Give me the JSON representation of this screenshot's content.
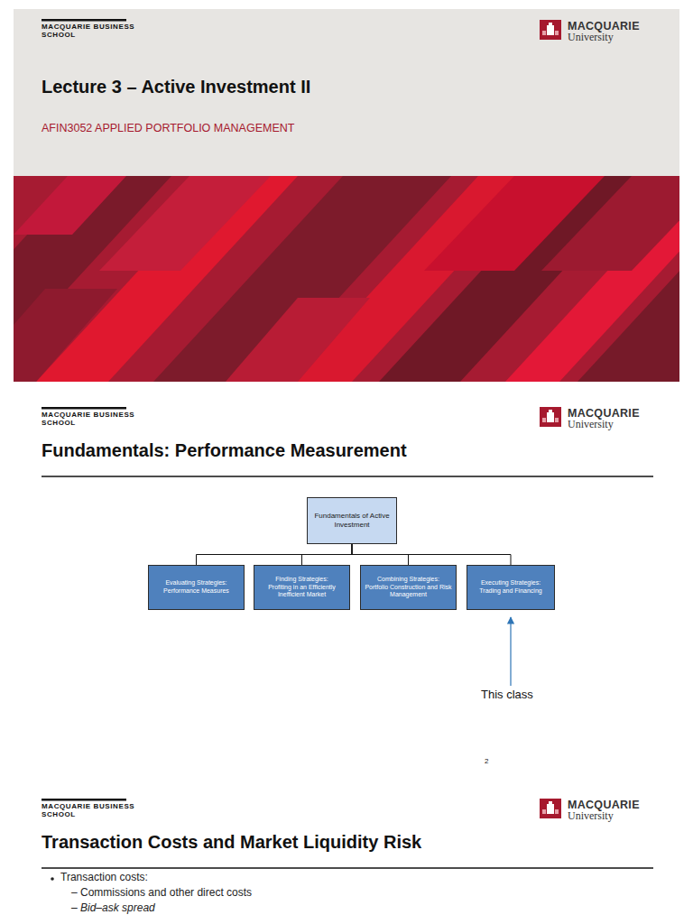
{
  "diagram": {
    "nodes": [
      {
        "text": [
          "Fundamentals of Active Investment"
        ]
      },
      {
        "text": [
          "Evaluating Strategies:",
          "Performance Measures"
        ]
      },
      {
        "text": [
          "Finding Strategies:",
          "Profiting in an Efficiently Inefficient Market"
        ]
      },
      {
        "text": [
          "Combining Strategies:",
          "Portfolio Construction and Risk Management"
        ]
      },
      {
        "text": [
          "Executing Strategies:",
          "Trading and Financing"
        ]
      }
    ],
    "edges": [
      {
        "from": 0,
        "to": 1,
        "arrow": "none"
      },
      {
        "from": 0,
        "to": 2,
        "arrow": "none"
      },
      {
        "from": 0,
        "to": 3,
        "arrow": "none"
      },
      {
        "from": 0,
        "to": 4,
        "arrow": "none"
      }
    ],
    "labels": [
      "MACQUARIE BUSINESS SCHOOL",
      "MACQUARIE",
      "University",
      "Lecture 3 – Active Investment II",
      "AFIN3052 APPLIED PORTFOLIO MANAGEMENT",
      "MACQUARIE BUSINESS SCHOOL",
      "MACQUARIE",
      "University",
      "Fundamentals: Performance Measurement",
      "This class",
      "2",
      "MACQUARIE BUSINESS SCHOOL",
      "MACQUARIE",
      "University",
      "Transaction Costs and Market Liquidity Risk",
      "Transaction costs:",
      "– Commissions and other direct costs",
      "– Bid–ask spread"
    ]
  }
}
